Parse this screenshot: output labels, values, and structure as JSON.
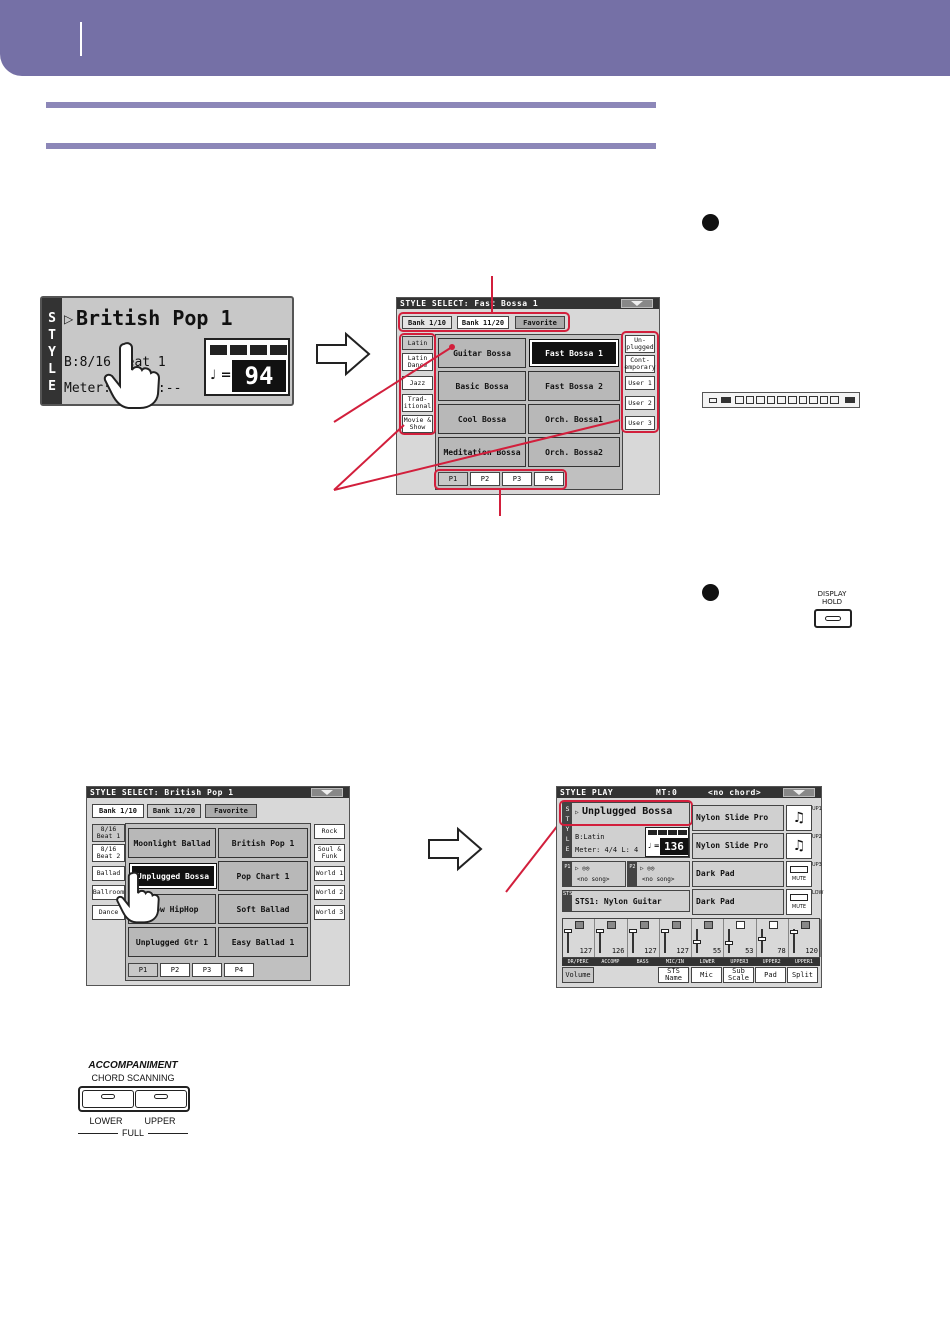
{
  "style_display": {
    "vertical_label": [
      "S",
      "T",
      "Y",
      "L",
      "E"
    ],
    "name": "British Pop 1",
    "beat": "B:8/16 Beat 1",
    "meter": "Meter: 4/4  M:--",
    "tempo_symbol": "♩ =",
    "tempo": "94"
  },
  "select_fast_bossa": {
    "title": "STYLE SELECT: Fast Bossa 1",
    "banks": [
      "Bank 1/10",
      "Bank 11/20",
      "Favorite"
    ],
    "left_tabs": [
      "Latin",
      "Latin Dance",
      "Jazz",
      "Trad-itional",
      "Movie & Show"
    ],
    "right_tabs": [
      "Un-plugged",
      "Cont-emporary",
      "User 1",
      "User 2",
      "User 3"
    ],
    "cells": [
      "Guitar Bossa",
      "Fast Bossa 1",
      "Basic Bossa",
      "Fast Bossa 2",
      "Cool Bossa",
      "Orch. Bossa1",
      "Meditation Bossa",
      "Orch. Bossa2"
    ],
    "pages": [
      "P1",
      "P2",
      "P3",
      "P4"
    ]
  },
  "select_british_pop": {
    "title": "STYLE SELECT: British Pop 1",
    "banks": [
      "Bank 1/10",
      "Bank 11/20",
      "Favorite"
    ],
    "left_tabs": [
      "8/16 Beat 1",
      "8/16 Beat 2",
      "Ballad",
      "Ballroom",
      "Dance"
    ],
    "right_tabs": [
      "Rock",
      "Soul & Funk",
      "World 1",
      "World 2",
      "World 3"
    ],
    "cells": [
      "Moonlight Ballad",
      "British Pop 1",
      "Unplugged Bossa",
      "Pop Chart 1",
      "Slow HipHop",
      "Soft Ballad",
      "Unplugged Gtr 1",
      "Easy Ballad 1"
    ],
    "pages": [
      "P1",
      "P2",
      "P3",
      "P4"
    ]
  },
  "style_play": {
    "title": "STYLE PLAY",
    "mt": "MT:0",
    "chord": "no chord",
    "style_label": [
      "S",
      "T",
      "Y",
      "L",
      "E"
    ],
    "style_name": "Unplugged Bossa",
    "beat": "B:Latin",
    "meter": "Meter: 4/4  L: 4",
    "tempo_symbol": "♩ =",
    "tempo": "136",
    "player1_label": "P1",
    "player2_label": "P2",
    "no_song": "<no song>",
    "sts_label": "STS",
    "sts": "STS1: Nylon Guitar",
    "tracks": [
      "Nylon Slide Pro",
      "Nylon Slide Pro",
      "Dark Pad",
      "Dark Pad"
    ],
    "track_side_labels": [
      "UP1",
      "UP2",
      "UP3",
      "LOW"
    ],
    "mute": "MUTE",
    "fader_values": [
      "127",
      "126",
      "127",
      "127",
      "55",
      "53",
      "78",
      "120"
    ],
    "channels": [
      "DR/PERC",
      "ACCOMP",
      "BASS",
      "MIC/IN",
      "LOWER",
      "UPPER3",
      "UPPER2",
      "UPPER1"
    ],
    "bottom_tabs": [
      "Volume",
      "STS Name",
      "Mic",
      "Sub Scale",
      "Pad",
      "Split"
    ]
  },
  "display_hold": {
    "line1": "DISPLAY",
    "line2": "HOLD"
  },
  "accompaniment_panel": {
    "title": "ACCOMPANIMENT",
    "subtitle": "CHORD SCANNING",
    "left": "LOWER",
    "right": "UPPER",
    "bottom": "FULL"
  },
  "colors": {
    "header": "#7570a6",
    "rule": "#8c87b8",
    "callout": "#d21f3c"
  }
}
